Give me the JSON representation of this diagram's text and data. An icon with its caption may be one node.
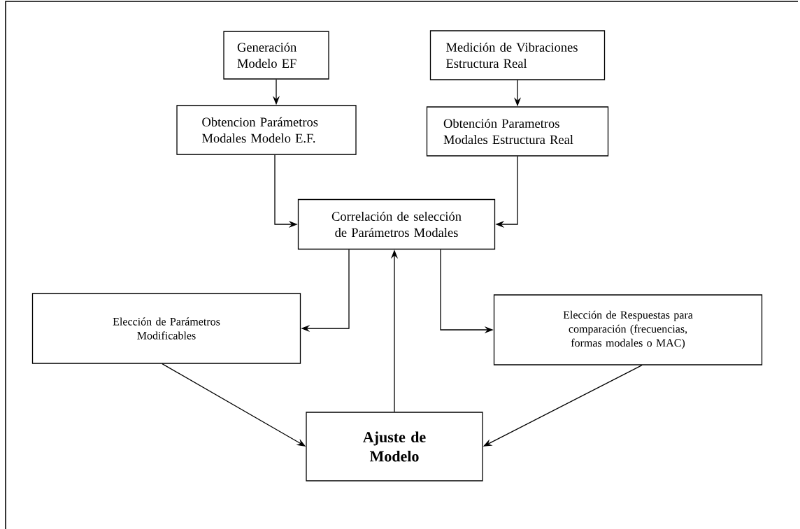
{
  "diagram": {
    "nodes": [
      {
        "text": [
          "Generación Modelo EF"
        ]
      },
      {
        "text": [
          "Medición de Vibraciones Estructura Real"
        ]
      },
      {
        "text": [
          "Obtencion Parámetros Modales Modelo E.F."
        ]
      },
      {
        "text": [
          "Obtención Parametros Modales Estructura Real"
        ]
      },
      {
        "text": [
          "Correlación de selección de Parámetros Modales"
        ]
      },
      {
        "text": [
          "Elección de Parámetros Modificables"
        ]
      },
      {
        "text": [
          "Elección de Respuestas para comparación (frecuencias, formas modales o MAC)"
        ]
      },
      {
        "text": [
          "Ajuste de Modelo"
        ]
      }
    ],
    "edges": [
      {
        "from": 0,
        "to": 2,
        "arrow": "to"
      },
      {
        "from": 1,
        "to": 3,
        "arrow": "to"
      },
      {
        "from": 2,
        "to": 4,
        "arrow": "to"
      },
      {
        "from": 3,
        "to": 4,
        "arrow": "to"
      },
      {
        "from": 4,
        "to": 5,
        "arrow": "to"
      },
      {
        "from": 4,
        "to": 6,
        "arrow": "to"
      },
      {
        "from": 5,
        "to": 7,
        "arrow": "to"
      },
      {
        "from": 6,
        "to": 7,
        "arrow": "to"
      },
      {
        "from": 7,
        "to": 4,
        "arrow": "to"
      }
    ]
  }
}
